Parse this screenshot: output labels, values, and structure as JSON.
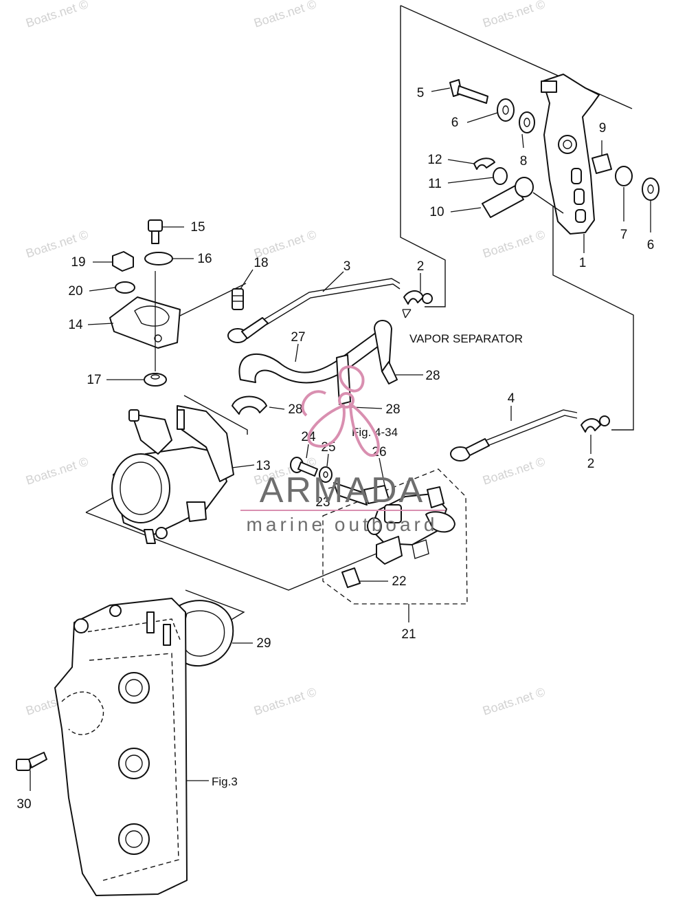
{
  "watermarks": [
    "Boats.net ©",
    "Boats.net ©",
    "Boats.net ©",
    "Boats.net ©",
    "Boats.net ©",
    "Boats.net ©",
    "Boats.net ©",
    "Boats.net ©",
    "Boats.net ©",
    "Boats.net ©",
    "Boats.net ©",
    "Boats.net ©"
  ],
  "callouts": {
    "c1": "1",
    "c2a": "2",
    "c2b": "2",
    "c3": "3",
    "c4": "4",
    "c5": "5",
    "c6a": "6",
    "c6b": "6",
    "c7": "7",
    "c8": "8",
    "c9": "9",
    "c10": "10",
    "c11": "11",
    "c12": "12",
    "c13": "13",
    "c14": "14",
    "c15": "15",
    "c16": "16",
    "c17": "17",
    "c18": "18",
    "c19": "19",
    "c20": "20",
    "c21": "21",
    "c22": "22",
    "c23": "23",
    "c24": "24",
    "c25": "25",
    "c26": "26",
    "c27": "27",
    "c28a": "28",
    "c28b": "28",
    "c28c": "28",
    "c29": "29",
    "c30": "30"
  },
  "annotations": {
    "vapor_separator": "VAPOR SEPARATOR",
    "fig_4_34": "Fig. 4-34",
    "fig_3": "Fig.3"
  },
  "brand": {
    "name": "ARMADA",
    "tagline": "marine outboard",
    "accent_color": "#d98fb0",
    "text_color": "#6e6e6e"
  }
}
